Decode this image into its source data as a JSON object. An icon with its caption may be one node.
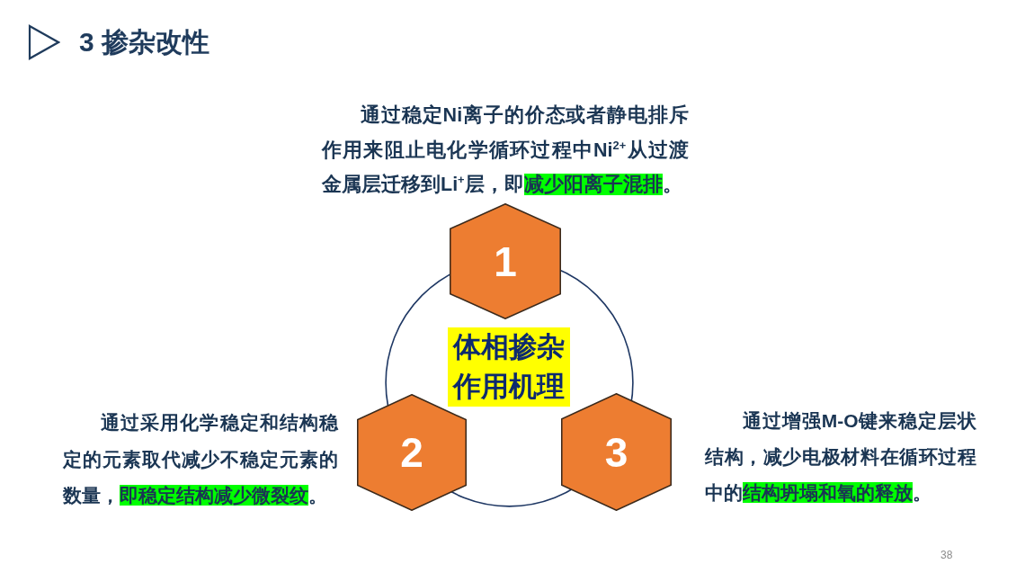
{
  "diagram": {
    "title": "3 掺杂改性",
    "nodes": [
      {
        "text": [
          "1"
        ],
        "beside": [
          "通过稳定Ni离子的价态或者静电排斥作用来阻止电化学循环过程中Ni$^{2+}$从过渡金属层迁移到Li$^{+}$层，即**减少阳离子混排**。"
        ]
      },
      {
        "text": [],
        "shape": "circle"
      },
      {
        "text": [
          "体相掺杂作用机理"
        ],
        "in": 1
      },
      {
        "text": [
          "2"
        ],
        "beside": [
          "通过采用化学稳定和结构稳定的元素取代减少不稳定元素的数量，**即稳定结构减少微裂纹**。"
        ]
      },
      {
        "text": [
          "3"
        ],
        "beside": [
          "通过增强M-O键来稳定层状结构，减少电极材料在循环过程中的**结构坍塌和氧的释放**。"
        ]
      }
    ],
    "labels": [
      "38"
    ]
  }
}
